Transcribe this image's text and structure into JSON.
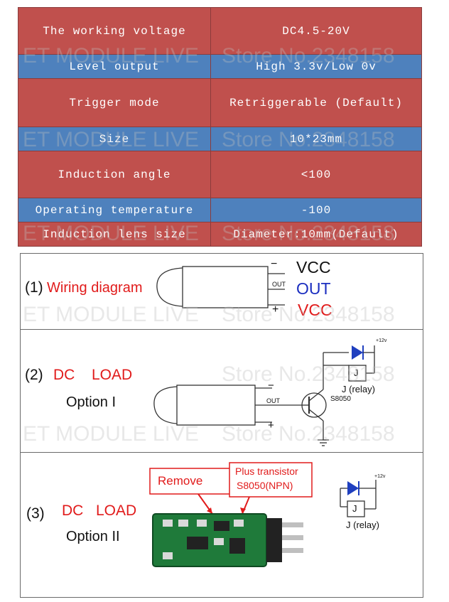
{
  "spec_rows": [
    {
      "label": "The working voltage",
      "value": "DC4.5-20V",
      "color": "red"
    },
    {
      "label": "Level output",
      "value": "High 3.3v/Low 0v",
      "color": "blue"
    },
    {
      "label": "Trigger mode",
      "value": "Retriggerable (Default)",
      "color": "red"
    },
    {
      "label": "Size",
      "value": "10*23mm",
      "color": "blue"
    },
    {
      "label": "Induction angle",
      "value": "<100",
      "color": "red"
    },
    {
      "label": "Operating temperature",
      "value": "-100",
      "color": "blue"
    },
    {
      "label": "Induction lens size",
      "value": "Diameter:10mm(Default)",
      "color": "red"
    }
  ],
  "watermark": {
    "left": "ET MODULE LIVE",
    "right": "Store No.2348158"
  },
  "panel1": {
    "number": "(1)",
    "title": "Wiring diagram",
    "pin_minus": "−",
    "pin_out": "OUT",
    "pin_plus": "+",
    "label_vcc_top": "VCC",
    "label_out": "OUT",
    "label_vcc_bottom": "VCC"
  },
  "panel2": {
    "number": "(2)",
    "dc": "DC",
    "load": "LOAD",
    "option": "Option I",
    "pin_minus": "−",
    "pin_out": "OUT",
    "pin_plus": "+",
    "transistor": "S8050",
    "relay_box": "J",
    "relay_label": "J (relay)",
    "supply": "+12v"
  },
  "panel3": {
    "number": "(3)",
    "dc": "DC",
    "load": "LOAD",
    "option": "Option II",
    "callout_remove": "Remove",
    "callout_plus_line1": "Plus transistor",
    "callout_plus_line2": "S8050(NPN)",
    "relay_box": "J",
    "relay_label": "J (relay)",
    "supply": "+12v"
  },
  "colors": {
    "red_row": "#c0504d",
    "blue_row": "#4e81bd",
    "label_red": "#e11b1b",
    "label_blue": "#1c2fc0",
    "diode": "#1f3fbf",
    "pcb": "#1f7a3a"
  }
}
